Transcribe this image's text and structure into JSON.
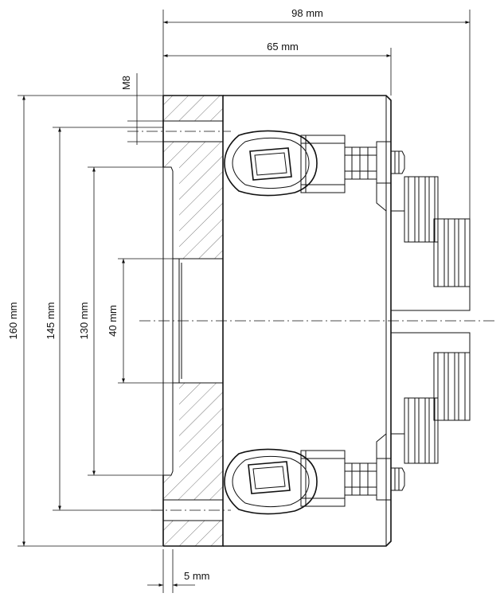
{
  "dimensions": {
    "overall_length": "98 mm",
    "body_length": "65 mm",
    "thread": "M8",
    "outer_diameter": "160 mm",
    "bolt_circle": "145 mm",
    "recess_diameter": "130 mm",
    "bore_diameter": "40 mm",
    "recess_depth": "5 mm"
  }
}
